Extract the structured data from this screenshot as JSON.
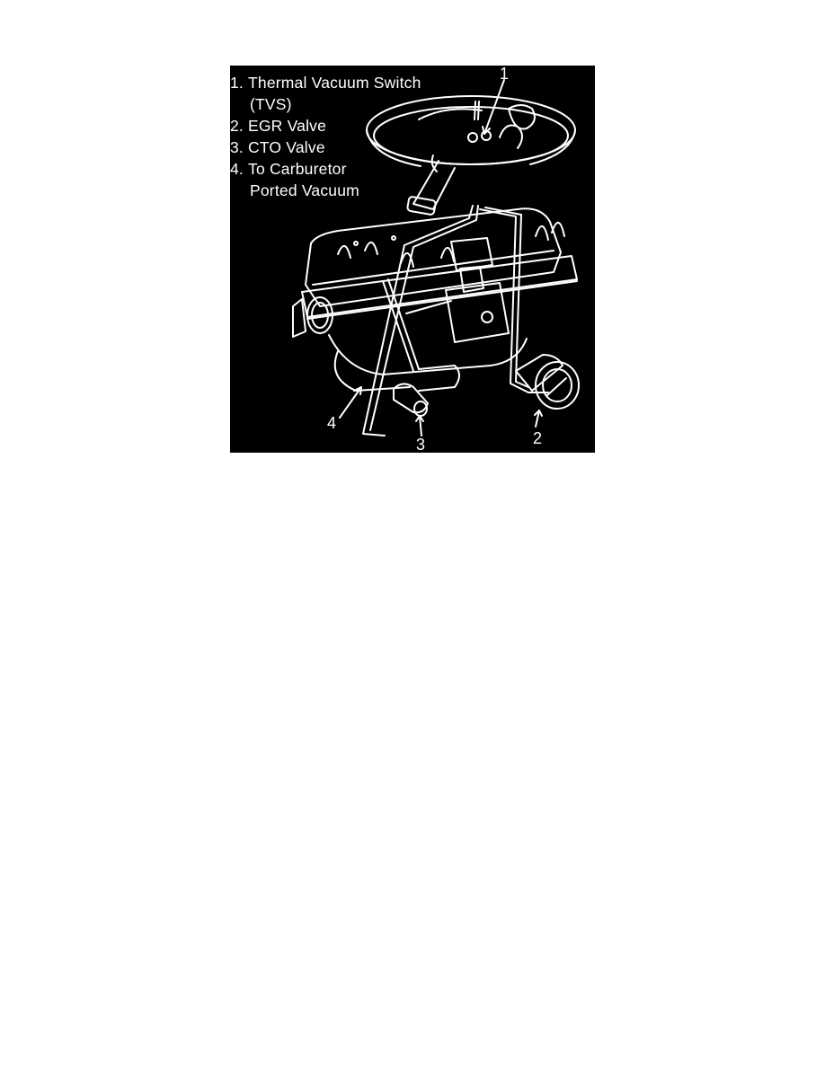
{
  "figure": {
    "background": "#000000",
    "line_color": "#ffffff",
    "legend": [
      {
        "number": "1.",
        "label": "Thermal Vacuum Switch",
        "continuation": "(TVS)"
      },
      {
        "number": "2.",
        "label": "EGR Valve"
      },
      {
        "number": "3.",
        "label": "CTO Valve"
      },
      {
        "number": "4.",
        "label": "To Carburetor",
        "continuation": "Ported Vacuum"
      }
    ],
    "callouts": [
      {
        "id": "1",
        "text": "1"
      },
      {
        "id": "2",
        "text": "2"
      },
      {
        "id": "3",
        "text": "3"
      },
      {
        "id": "4",
        "text": "4"
      }
    ]
  }
}
